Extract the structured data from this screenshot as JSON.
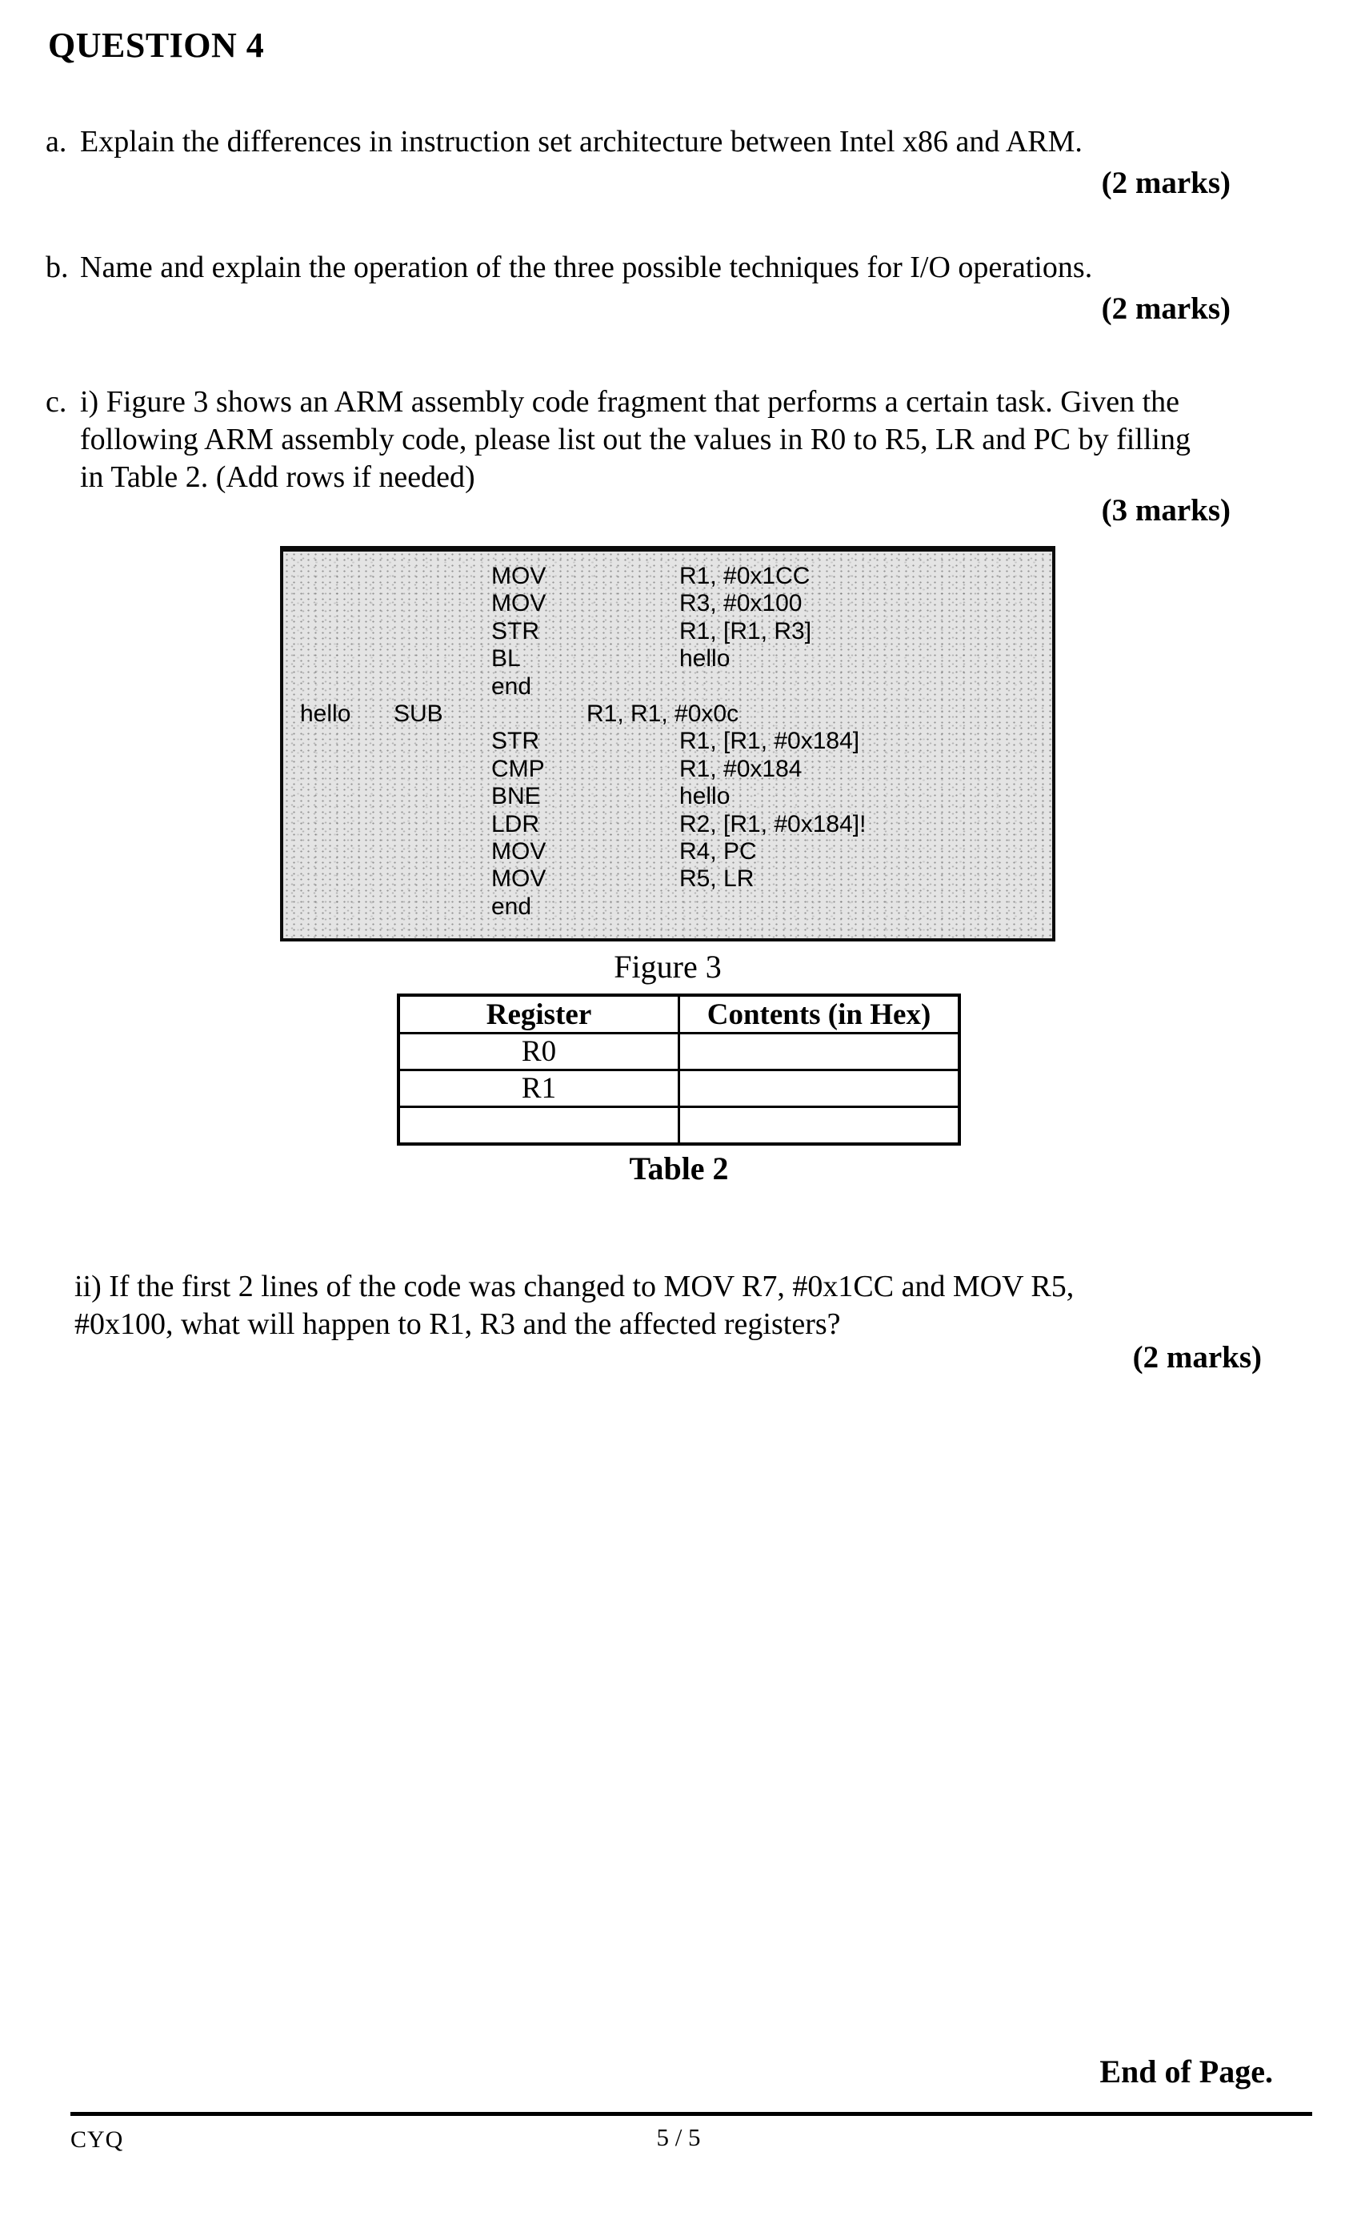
{
  "page": {
    "title": "QUESTION 4"
  },
  "colors": {
    "ink": "#000000",
    "paper": "#ffffff",
    "figure_background": "#e4e4e4"
  },
  "questions": {
    "a": {
      "label": "a.",
      "text": "Explain the differences in instruction set architecture between Intel x86 and ARM.",
      "marks": "(2 marks)"
    },
    "b": {
      "label": "b.",
      "text": "Name and explain the operation of the three possible techniques for I/O operations.",
      "marks": "(2 marks)"
    },
    "c_i": {
      "label": "c.",
      "text": "i) Figure 3 shows an ARM assembly code fragment that performs a certain task. Given the following ARM assembly code, please list out the values in R0 to R5, LR and PC by filling in Table 2. (Add rows if needed)",
      "marks": "(3 marks)"
    },
    "c_ii": {
      "text": "ii) If the first 2 lines of the code was changed to MOV R7, #0x1CC and MOV R5, #0x100, what will happen to R1, R3 and the affected registers?",
      "marks": "(2 marks)"
    }
  },
  "figure3": {
    "caption": "Figure 3",
    "code_lines": [
      {
        "label": "",
        "mnemonic": "MOV",
        "operands": "R1, #0x1CC"
      },
      {
        "label": "",
        "mnemonic": "MOV",
        "operands": "R3, #0x100"
      },
      {
        "label": "",
        "mnemonic": "STR",
        "operands": "R1, [R1, R3]"
      },
      {
        "label": "",
        "mnemonic": "BL",
        "operands": "hello"
      },
      {
        "label": "",
        "mnemonic": "end",
        "operands": ""
      },
      {
        "label": "hello",
        "mnemonic": "SUB",
        "operands": "R1, R1, #0x0c"
      },
      {
        "label": "",
        "mnemonic": "STR",
        "operands": "R1, [R1, #0x184]"
      },
      {
        "label": "",
        "mnemonic": "CMP",
        "operands": "R1, #0x184"
      },
      {
        "label": "",
        "mnemonic": "BNE",
        "operands": "hello"
      },
      {
        "label": "",
        "mnemonic": "LDR",
        "operands": "R2, [R1, #0x184]!"
      },
      {
        "label": "",
        "mnemonic": "MOV",
        "operands": "R4, PC"
      },
      {
        "label": "",
        "mnemonic": "MOV",
        "operands": "R5, LR"
      },
      {
        "label": "",
        "mnemonic": "end",
        "operands": ""
      }
    ]
  },
  "table2": {
    "caption": "Table 2",
    "headers": [
      "Register",
      "Contents (in Hex)"
    ],
    "rows": [
      [
        "R0",
        ""
      ],
      [
        "R1",
        ""
      ],
      [
        "",
        ""
      ]
    ]
  },
  "footer": {
    "end_note": "End of Page.",
    "author": "CYQ",
    "page_number": "5 / 5"
  }
}
